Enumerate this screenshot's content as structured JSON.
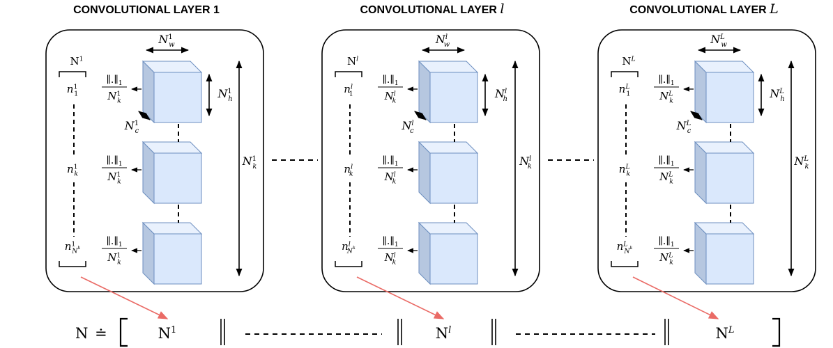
{
  "titles": {
    "layer1": "CONVOLUTIONAL LAYER 1",
    "layer_l_prefix": "CONVOLUTIONAL LAYER ",
    "layer_l_var": "l",
    "layer_L_prefix": "CONVOLUTIONAL LAYER ",
    "layer_L_var": "L"
  },
  "layers": [
    {
      "id": "1",
      "sup": "1"
    },
    {
      "id": "l",
      "sup": "l"
    },
    {
      "id": "L",
      "sup": "L"
    }
  ],
  "symbols": {
    "N": "N",
    "n": "n",
    "w": "w",
    "h": "h",
    "c": "c",
    "k": "k",
    "one": "1",
    "norm": "∥.∥",
    "norm_sub": "1",
    "equals": "≐"
  },
  "colors": {
    "cube_front": "#dae8fc",
    "cube_side": "#b6c7e0",
    "cube_top": "#e9f1fd",
    "cube_stroke": "#6c8ebf",
    "arrow_red": "#ea6b66",
    "frame": "#000000"
  }
}
